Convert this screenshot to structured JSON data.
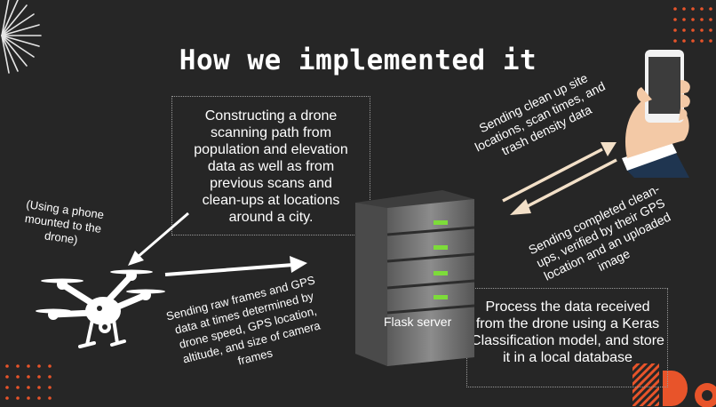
{
  "title": "How we implemented it",
  "boxes": {
    "path_text": "Constructing a drone scanning path from population and elevation data as well as from previous scans and clean-ups at locations around a city.",
    "process_text": "Process the data received from the drone using a Keras Classification model, and store it in a local database"
  },
  "labels": {
    "phone_mount": "(Using a phone mounted to the drone)",
    "raw_frames": "Sending raw frames and GPS data at times determined by drone speed, GPS location, altitude, and size of camera frames",
    "server": "Flask server",
    "to_phone": "Sending clean up site locations, scan times, and trash density data",
    "from_phone": "Sending completed clean-ups, verified by their GPS location and an uploaded image"
  },
  "icons": {
    "drone": "drone-icon",
    "server": "server-icon",
    "phone": "phone-in-hand-icon"
  },
  "colors": {
    "background": "#262626",
    "text": "#ffffff",
    "accent_orange": "#e8542a",
    "server_led": "#7ddc3a"
  }
}
